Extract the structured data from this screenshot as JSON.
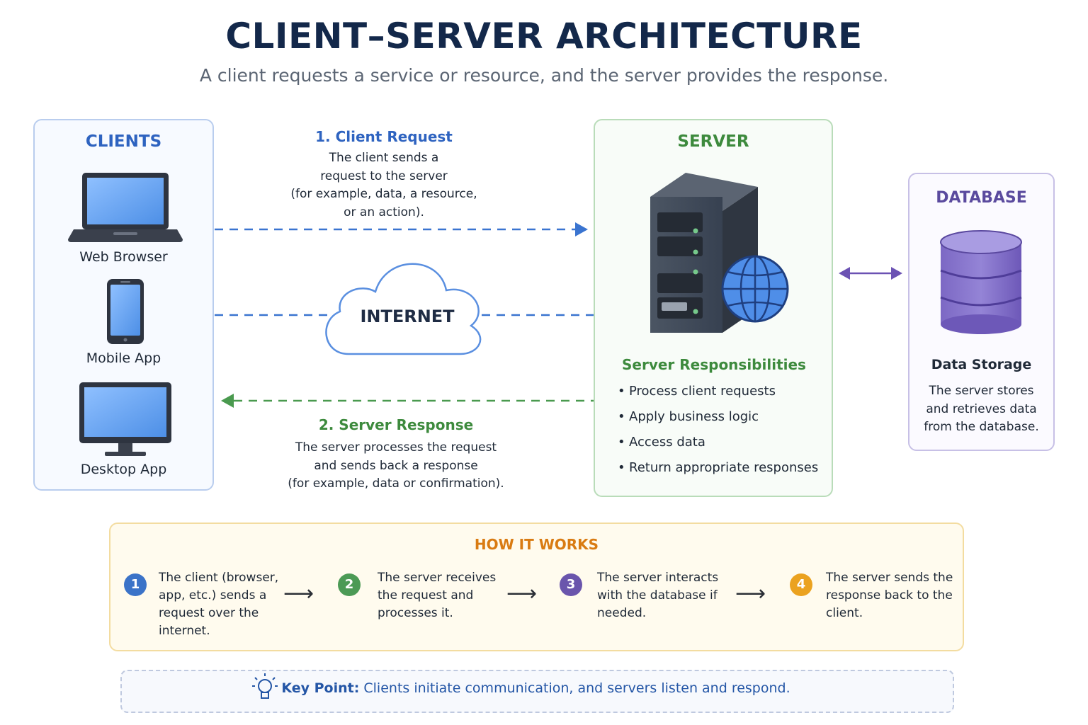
{
  "header": {
    "title": "CLIENT–SERVER ARCHITECTURE",
    "subtitle": "A client requests a service or resource, and the server provides the response."
  },
  "clients": {
    "title": "CLIENTS",
    "devices": [
      {
        "label": "Web Browser",
        "icon": "laptop-icon"
      },
      {
        "label": "Mobile App",
        "icon": "phone-icon"
      },
      {
        "label": "Desktop App",
        "icon": "monitor-icon"
      }
    ]
  },
  "request": {
    "title": "1. Client Request",
    "lines": [
      "The client sends a",
      "request to the server",
      "(for example, data, a resource,",
      "or an action)."
    ]
  },
  "internet": {
    "label": "INTERNET"
  },
  "response": {
    "title": "2. Server Response",
    "lines": [
      "The server processes the request",
      "and sends back a response",
      "(for example, data or confirmation)."
    ]
  },
  "server": {
    "title": "SERVER",
    "responsibilities_title": "Server Responsibilities",
    "responsibilities": [
      "Process client requests",
      "Apply business logic",
      "Access data",
      "Return appropriate responses"
    ],
    "bullet": "•"
  },
  "database": {
    "title": "DATABASE",
    "subtitle": "Data Storage",
    "lines": [
      "The server stores",
      "and retrieves data",
      "from the database."
    ]
  },
  "how_it_works": {
    "title": "HOW IT WORKS",
    "steps": [
      {
        "num": "1",
        "color": "#3b73c8",
        "lines": [
          "The client (browser,",
          "app, etc.) sends a",
          "request over the",
          "internet."
        ]
      },
      {
        "num": "2",
        "color": "#4c9a55",
        "lines": [
          "The server receives",
          "the request and",
          "processes it."
        ]
      },
      {
        "num": "3",
        "color": "#6a55ac",
        "lines": [
          "The server interacts",
          "with the database if",
          "needed."
        ]
      },
      {
        "num": "4",
        "color": "#eba21f",
        "lines": [
          "The server sends the",
          "response back to the",
          "client."
        ]
      }
    ],
    "arrow": "⟶"
  },
  "key_point": {
    "label": "Key Point:",
    "text": "Clients initiate communication, and servers listen and respond."
  },
  "colors": {
    "request_blue": "#3a74d0",
    "response_green": "#4a9a4f",
    "db_purple": "#6b52b3"
  }
}
